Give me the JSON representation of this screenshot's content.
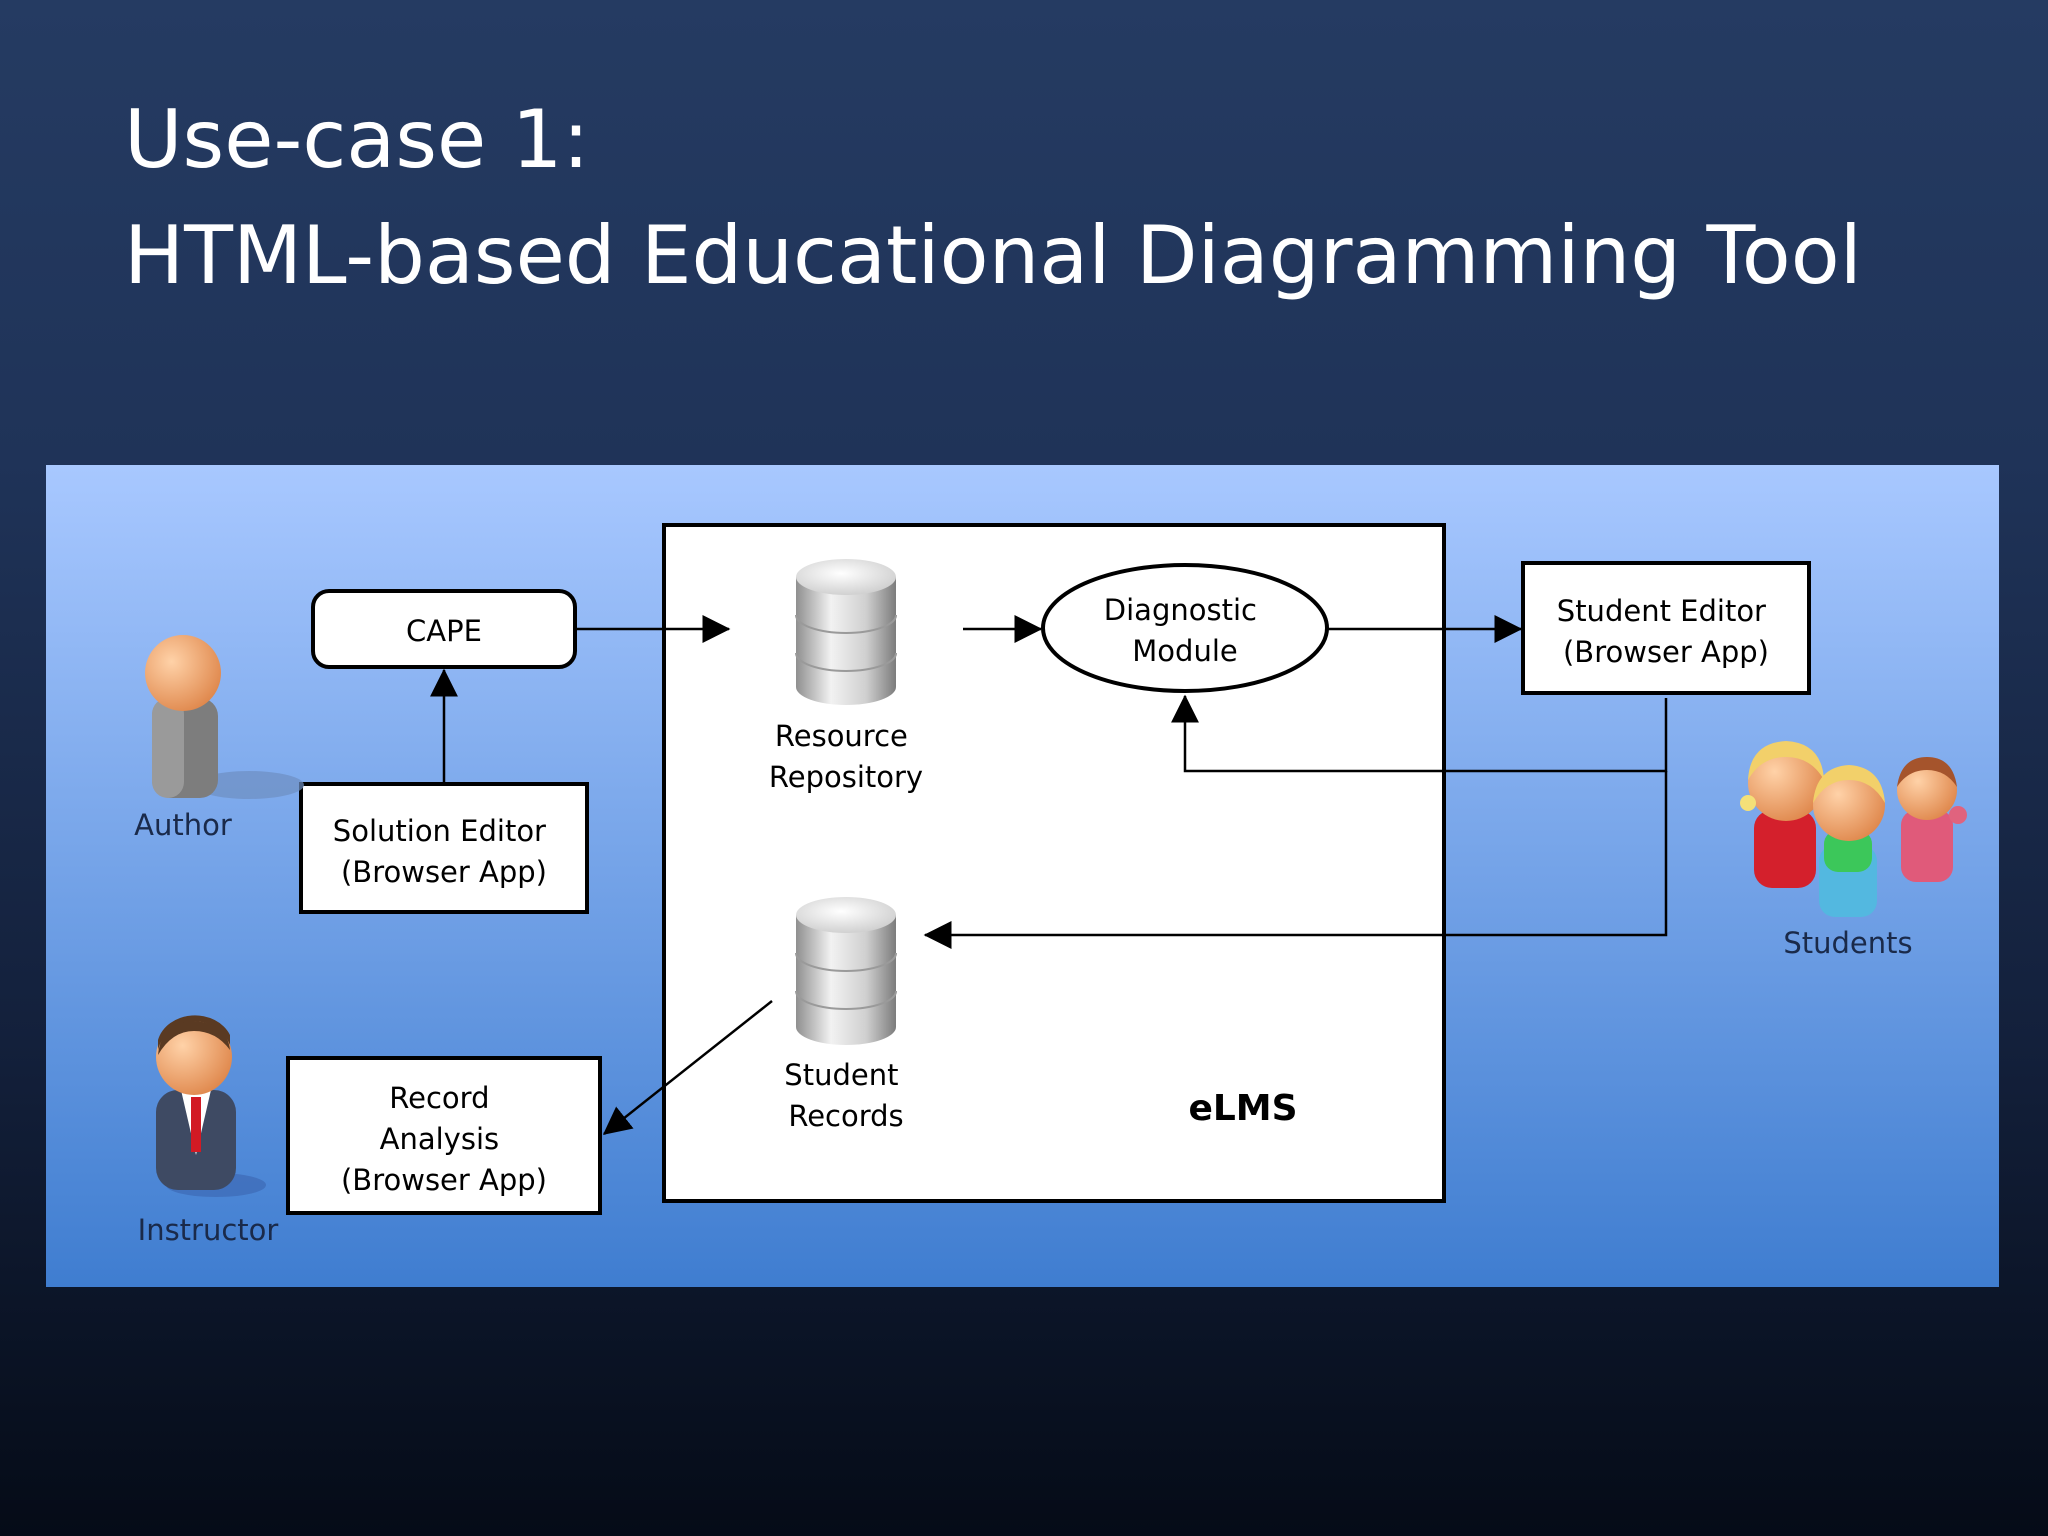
{
  "slide": {
    "title_line1": "Use-case 1:",
    "title_line2": "HTML-based Educational Diagramming Tool"
  },
  "diagram": {
    "actors": {
      "author": "Author",
      "instructor": "Instructor",
      "students": "Students"
    },
    "nodes": {
      "cape": "CAPE",
      "solution_editor": [
        "Solution Editor",
        "(Browser App)"
      ],
      "record_analysis": [
        "Record",
        "Analysis",
        "(Browser App)"
      ],
      "resource_repository": [
        "Resource",
        "Repository"
      ],
      "student_records": [
        "Student",
        "Records"
      ],
      "diagnostic_module": [
        "Diagnostic",
        "Module"
      ],
      "student_editor": [
        "Student Editor",
        "(Browser App)"
      ],
      "elms": "eLMS"
    },
    "colors": {
      "panel_top": "#a8c8ff",
      "panel_bottom": "#3f7dd0",
      "node_fill": "#ffffff",
      "stroke": "#000000"
    }
  }
}
